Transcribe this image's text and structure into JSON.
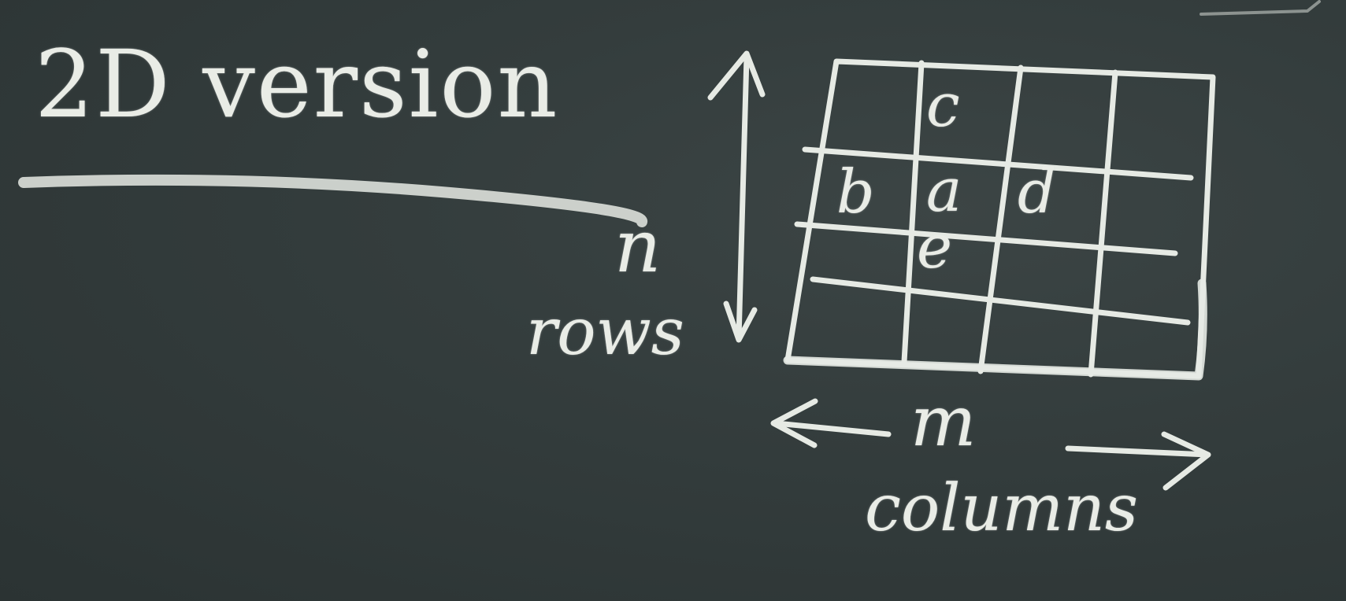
{
  "title": "2D version",
  "rows_dim": {
    "symbol": "n",
    "label": "rows"
  },
  "cols_dim": {
    "symbol": "m",
    "label": "columns"
  },
  "grid": {
    "rows": 4,
    "cols": 4,
    "cells": [
      {
        "row": 0,
        "col": 1,
        "label": "c"
      },
      {
        "row": 1,
        "col": 0,
        "label": "b"
      },
      {
        "row": 1,
        "col": 1,
        "label": "a"
      },
      {
        "row": 1,
        "col": 2,
        "label": "d"
      },
      {
        "row": 2,
        "col": 1,
        "label": "e"
      }
    ]
  },
  "colors": {
    "board": "#343d3d",
    "chalk": "#e9ece6"
  }
}
